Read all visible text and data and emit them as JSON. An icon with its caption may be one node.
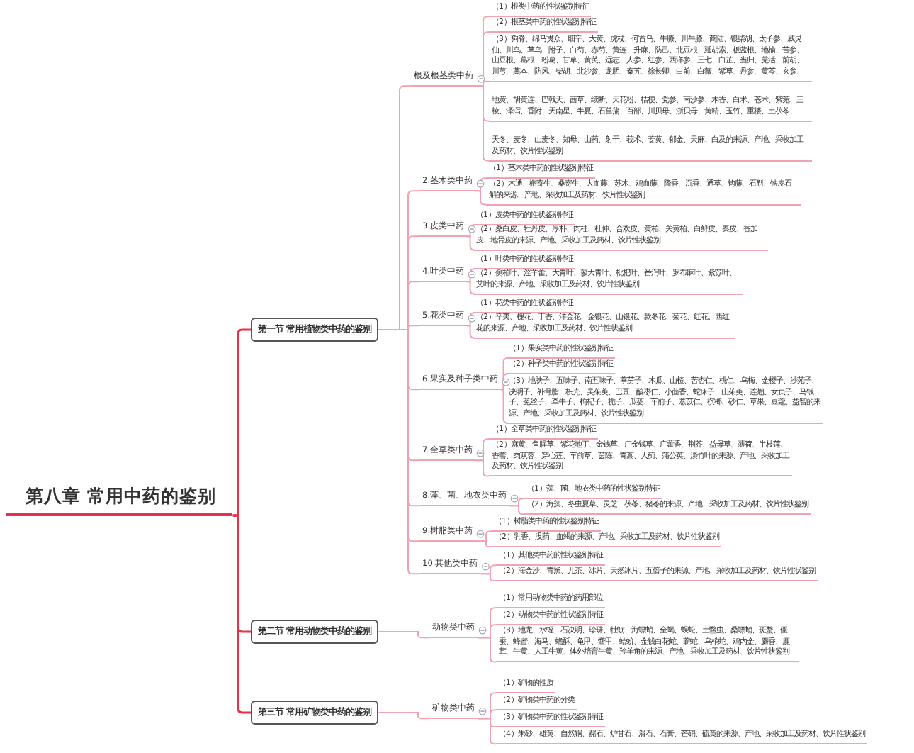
{
  "diagram": {
    "nodes": [
      {
        "text": [
          "第八章 常用中药的鉴别"
        ]
      },
      {
        "text": [
          "第一节 常用植物类中药的鉴别"
        ]
      },
      {
        "text": [
          "根及根茎类中药"
        ]
      },
      {
        "text": [
          "（1）根类中药的性状鉴别特征"
        ]
      },
      {
        "text": [
          "（2）根茎类中药的性状鉴别特征"
        ]
      },
      {
        "text": [
          "（3）狗脊、绵马贯众、细辛、大黄、虎杖、何首乌、牛膝、川牛膝、商陆、银柴胡、太子参、威灵仙、川乌、草乌、附子、白芍、赤芍、黄连、升麻、防己、北豆根、延胡索、板蓝根、地榆、苦参、山豆根、葛根、粉葛、甘草、黄芪、远志、人参、红参、西洋参、三七、白芷、当归、羌活、前胡、川芎、藁本、防风、柴胡、北沙参、龙胆、秦艽、徐长卿、白前、白薇、紫草、丹参、黄芩、玄参、"
        ]
      },
      {
        "text": [
          "地黄、胡黄连、巴戟天、茜草、续断、天花粉、桔梗、党参、南沙参、木香、白术、苍术、紫菀、三棱、泽泻、香附、天南星、半夏、石菖蒲、百部、川贝母、浙贝母、黄精、玉竹、重楼、土茯苓、"
        ]
      },
      {
        "text": [
          "天冬、麦冬、山麦冬、知母、山药、射干、莪术、姜黄、郁金、天麻、白及的来源、产地、采收加工及药材、饮片性状鉴别"
        ]
      },
      {
        "text": [
          "2.茎木类中药"
        ]
      },
      {
        "text": [
          "（1）茎木类中药的性状鉴别特征"
        ]
      },
      {
        "text": [
          "（2）木通、槲寄生、桑寄生、大血藤、苏木、鸡血藤、降香、沉香、通草、钩藤、石斛、铁皮石斛的来源、产地、采收加工及药材、饮片性状鉴别"
        ]
      },
      {
        "text": [
          "3.皮类中药"
        ]
      },
      {
        "text": [
          "（1）皮类中药的性状鉴别特征"
        ]
      },
      {
        "text": [
          "（2）桑白皮、牡丹皮、厚朴、肉桂、杜仲、合欢皮、黄柏、关黄柏、白鲜皮、秦皮、香加皮、地骨皮的来源、产地、采收加工及药材、饮片性状鉴别"
        ]
      },
      {
        "text": [
          "4.叶类中药"
        ]
      },
      {
        "text": [
          "（1）叶类中药的性状鉴别特征"
        ]
      },
      {
        "text": [
          "（2）侧柏叶、淫羊藿、大青叶、蓼大青叶、枇杷叶、番泻叶、罗布麻叶、紫苏叶、艾叶的来源、产地、采收加工及药材、饮片性状鉴别"
        ]
      },
      {
        "text": [
          "5.花类中药"
        ]
      },
      {
        "text": [
          "（1）花类中药的性状鉴别特征"
        ]
      },
      {
        "text": [
          "（2）辛夷、槐花、丁香、洋金花、金银花、山银花、款冬花、菊花、红花、西红花的来源、产地、采收加工及药材、饮片性状鉴别"
        ]
      },
      {
        "text": [
          "6.果实及种子类中药"
        ]
      },
      {
        "text": [
          "（1）果实类中药的性状鉴别特征"
        ]
      },
      {
        "text": [
          "（2）种子类中药的性状鉴别特征"
        ]
      },
      {
        "text": [
          "（3）地肤子、五味子、南五味子、葶苈子、木瓜、山楂、苦杏仁、桃仁、乌梅、金樱子、沙苑子、决明子、补骨脂、枳壳、吴茱萸、巴豆、酸枣仁、小茴香、蛇床子、山茱萸、连翘、女贞子、马钱子、菟丝子、牵牛子、枸杞子、栀子、瓜蒌、车前子、薏苡仁、槟榔、砂仁、草果、豆蔻、益智的来源、产地、采收加工及药材、饮片性状鉴别"
        ]
      },
      {
        "text": [
          "7.全草类中药"
        ]
      },
      {
        "text": [
          "（1）全草类中药的性状鉴别特征"
        ]
      },
      {
        "text": [
          "（2）麻黄、鱼腥草、紫花地丁、金钱草、广金钱草、广藿香、荆芥、益母草、薄荷、半枝莲、香薷、肉苁蓉、穿心莲、车前草、茵陈、青蒿、大蓟、蒲公英、淡竹叶的来源、产地、采收加工及药材、饮片性状鉴别"
        ]
      },
      {
        "text": [
          "8.藻、菌、地衣类中药"
        ]
      },
      {
        "text": [
          "（1）藻、菌、地衣类中药的性状鉴别特征"
        ]
      },
      {
        "text": [
          "（2）海藻、冬虫夏草、灵芝、茯苓、猪苓的来源、产地、采收加工及药材、饮片性状鉴别"
        ]
      },
      {
        "text": [
          "9.树脂类中药"
        ]
      },
      {
        "text": [
          "（1）树脂类中药的性状鉴别特征"
        ]
      },
      {
        "text": [
          "（2）乳香、没药、血竭的来源、产地、采收加工及药材、饮片性状鉴别"
        ]
      },
      {
        "text": [
          "10.其他类中药"
        ]
      },
      {
        "text": [
          "（1）其他类中药的性状鉴别特征"
        ]
      },
      {
        "text": [
          "（2）海金沙、青黛、儿茶、冰片、天然冰片、五倍子的来源、产地、采收加工及药材、饮片性状鉴别"
        ]
      },
      {
        "text": [
          "第二节 常用动物类中药的鉴别"
        ]
      },
      {
        "text": [
          "动物类中药"
        ]
      },
      {
        "text": [
          "（1）常用动物类中药的药用部位"
        ]
      },
      {
        "text": [
          "（2）动物类中药的性状鉴别特征"
        ]
      },
      {
        "text": [
          "（3）地龙、水蛭、石决明、珍珠、牡蛎、海螵蛸、全蝎、蜈蚣、土鳖虫、桑螵蛸、斑蝥、僵蚕、蜂蜜、海马、蟾酥、龟甲、鳖甲、蛤蚧、金钱白花蛇、蕲蛇、乌梢蛇、鸡内金、麝香、鹿茸、牛黄、人工牛黄、体外培育牛黄、羚羊角的来源、产地、采收加工及药材、饮片性状鉴别"
        ]
      },
      {
        "text": [
          "第三节 常用矿物类中药的鉴别"
        ]
      },
      {
        "text": [
          "矿物类中药"
        ]
      },
      {
        "text": [
          "（1）矿物的性质"
        ]
      },
      {
        "text": [
          "（2）矿物类中药的分类"
        ]
      },
      {
        "text": [
          "（3）矿物类中药的性状鉴别特征"
        ]
      },
      {
        "text": [
          "（4）朱砂、雄黄、自然铜、赭石、炉甘石、滑石、石膏、芒硝、硫黄的来源、产地、采收加工及药材、饮片性状鉴别"
        ]
      }
    ],
    "edges": [
      {
        "from": 0,
        "to": 1,
        "arrow": "none",
        "color": "#e8304a"
      },
      {
        "from": 0,
        "to": 36,
        "arrow": "none",
        "color": "#e8304a"
      },
      {
        "from": 0,
        "to": 41,
        "arrow": "none",
        "color": "#e8304a"
      },
      {
        "from": 1,
        "to": 2,
        "arrow": "none"
      },
      {
        "from": 2,
        "to": 3,
        "arrow": "none"
      },
      {
        "from": 2,
        "to": 4,
        "arrow": "none"
      },
      {
        "from": 2,
        "to": 5,
        "arrow": "none"
      },
      {
        "from": 2,
        "to": 6,
        "arrow": "none"
      },
      {
        "from": 2,
        "to": 7,
        "arrow": "none"
      },
      {
        "from": 1,
        "to": 8,
        "arrow": "none"
      },
      {
        "from": 8,
        "to": 9,
        "arrow": "none"
      },
      {
        "from": 8,
        "to": 10,
        "arrow": "none"
      },
      {
        "from": 1,
        "to": 11,
        "arrow": "none"
      },
      {
        "from": 11,
        "to": 12,
        "arrow": "none"
      },
      {
        "from": 11,
        "to": 13,
        "arrow": "none"
      },
      {
        "from": 1,
        "to": 14,
        "arrow": "none"
      },
      {
        "from": 14,
        "to": 15,
        "arrow": "none"
      },
      {
        "from": 14,
        "to": 16,
        "arrow": "none"
      },
      {
        "from": 1,
        "to": 17,
        "arrow": "none"
      },
      {
        "from": 17,
        "to": 18,
        "arrow": "none"
      },
      {
        "from": 17,
        "to": 19,
        "arrow": "none"
      },
      {
        "from": 1,
        "to": 20,
        "arrow": "none"
      },
      {
        "from": 20,
        "to": 21,
        "arrow": "none"
      },
      {
        "from": 20,
        "to": 22,
        "arrow": "none"
      },
      {
        "from": 20,
        "to": 23,
        "arrow": "none"
      },
      {
        "from": 1,
        "to": 24,
        "arrow": "none"
      },
      {
        "from": 24,
        "to": 25,
        "arrow": "none"
      },
      {
        "from": 24,
        "to": 26,
        "arrow": "none"
      },
      {
        "from": 1,
        "to": 27,
        "arrow": "none"
      },
      {
        "from": 27,
        "to": 28,
        "arrow": "none"
      },
      {
        "from": 27,
        "to": 29,
        "arrow": "none"
      },
      {
        "from": 1,
        "to": 30,
        "arrow": "none"
      },
      {
        "from": 30,
        "to": 31,
        "arrow": "none"
      },
      {
        "from": 30,
        "to": 32,
        "arrow": "none"
      },
      {
        "from": 1,
        "to": 33,
        "arrow": "none"
      },
      {
        "from": 33,
        "to": 34,
        "arrow": "none"
      },
      {
        "from": 33,
        "to": 35,
        "arrow": "none"
      },
      {
        "from": 36,
        "to": 37,
        "arrow": "none"
      },
      {
        "from": 37,
        "to": 38,
        "arrow": "none"
      },
      {
        "from": 37,
        "to": 39,
        "arrow": "none"
      },
      {
        "from": 37,
        "to": 40,
        "arrow": "none"
      },
      {
        "from": 41,
        "to": 42,
        "arrow": "none"
      },
      {
        "from": 42,
        "to": 43,
        "arrow": "none"
      },
      {
        "from": 42,
        "to": 44,
        "arrow": "none"
      },
      {
        "from": 42,
        "to": 45,
        "arrow": "none"
      },
      {
        "from": 42,
        "to": 46,
        "arrow": "none"
      }
    ]
  }
}
